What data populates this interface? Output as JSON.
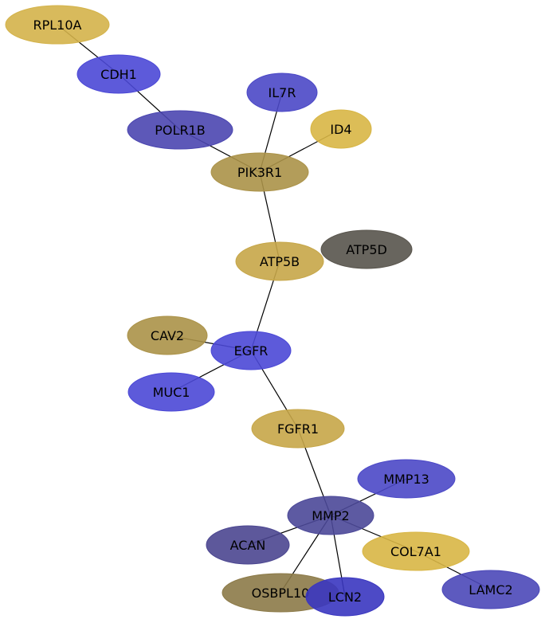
{
  "network": {
    "nodes": [
      {
        "id": "RPL10A",
        "label": "RPL10A",
        "color": "#d4b34a"
      },
      {
        "id": "CDH1",
        "label": "CDH1",
        "color": "#4b48d6"
      },
      {
        "id": "IL7R",
        "label": "IL7R",
        "color": "#4b48c6"
      },
      {
        "id": "POLR1B",
        "label": "POLR1B",
        "color": "#4b46b0"
      },
      {
        "id": "ID4",
        "label": "ID4",
        "color": "#d8b645"
      },
      {
        "id": "PIK3R1",
        "label": "PIK3R1",
        "color": "#ab9248"
      },
      {
        "id": "ATP5D",
        "label": "ATP5D",
        "color": "#58544c"
      },
      {
        "id": "ATP5B",
        "label": "ATP5B",
        "color": "#c6a648"
      },
      {
        "id": "CAV2",
        "label": "CAV2",
        "color": "#ab9248"
      },
      {
        "id": "EGFR",
        "label": "EGFR",
        "color": "#4b48d6"
      },
      {
        "id": "MUC1",
        "label": "MUC1",
        "color": "#4b48d6"
      },
      {
        "id": "FGFR1",
        "label": "FGFR1",
        "color": "#c6a648"
      },
      {
        "id": "MMP13",
        "label": "MMP13",
        "color": "#4b48c6"
      },
      {
        "id": "MMP2",
        "label": "MMP2",
        "color": "#4b4898"
      },
      {
        "id": "ACAN",
        "label": "ACAN",
        "color": "#4b4690"
      },
      {
        "id": "COL7A1",
        "label": "COL7A1",
        "color": "#d8b645"
      },
      {
        "id": "OSBPL10",
        "label": "OSBPL10",
        "color": "#8c7a48"
      },
      {
        "id": "LCN2",
        "label": "LCN2",
        "color": "#3a36c0"
      },
      {
        "id": "LAMC2",
        "label": "LAMC2",
        "color": "#4b48b8"
      }
    ],
    "edges": [
      [
        "RPL10A",
        "CDH1"
      ],
      [
        "CDH1",
        "POLR1B"
      ],
      [
        "POLR1B",
        "PIK3R1"
      ],
      [
        "IL7R",
        "PIK3R1"
      ],
      [
        "ID4",
        "PIK3R1"
      ],
      [
        "PIK3R1",
        "ATP5B"
      ],
      [
        "ATP5B",
        "EGFR"
      ],
      [
        "CAV2",
        "EGFR"
      ],
      [
        "MUC1",
        "EGFR"
      ],
      [
        "EGFR",
        "FGFR1"
      ],
      [
        "FGFR1",
        "MMP2"
      ],
      [
        "MMP13",
        "MMP2"
      ],
      [
        "ACAN",
        "MMP2"
      ],
      [
        "COL7A1",
        "MMP2"
      ],
      [
        "OSBPL10",
        "MMP2"
      ],
      [
        "LCN2",
        "MMP2"
      ],
      [
        "COL7A1",
        "LAMC2"
      ]
    ]
  }
}
